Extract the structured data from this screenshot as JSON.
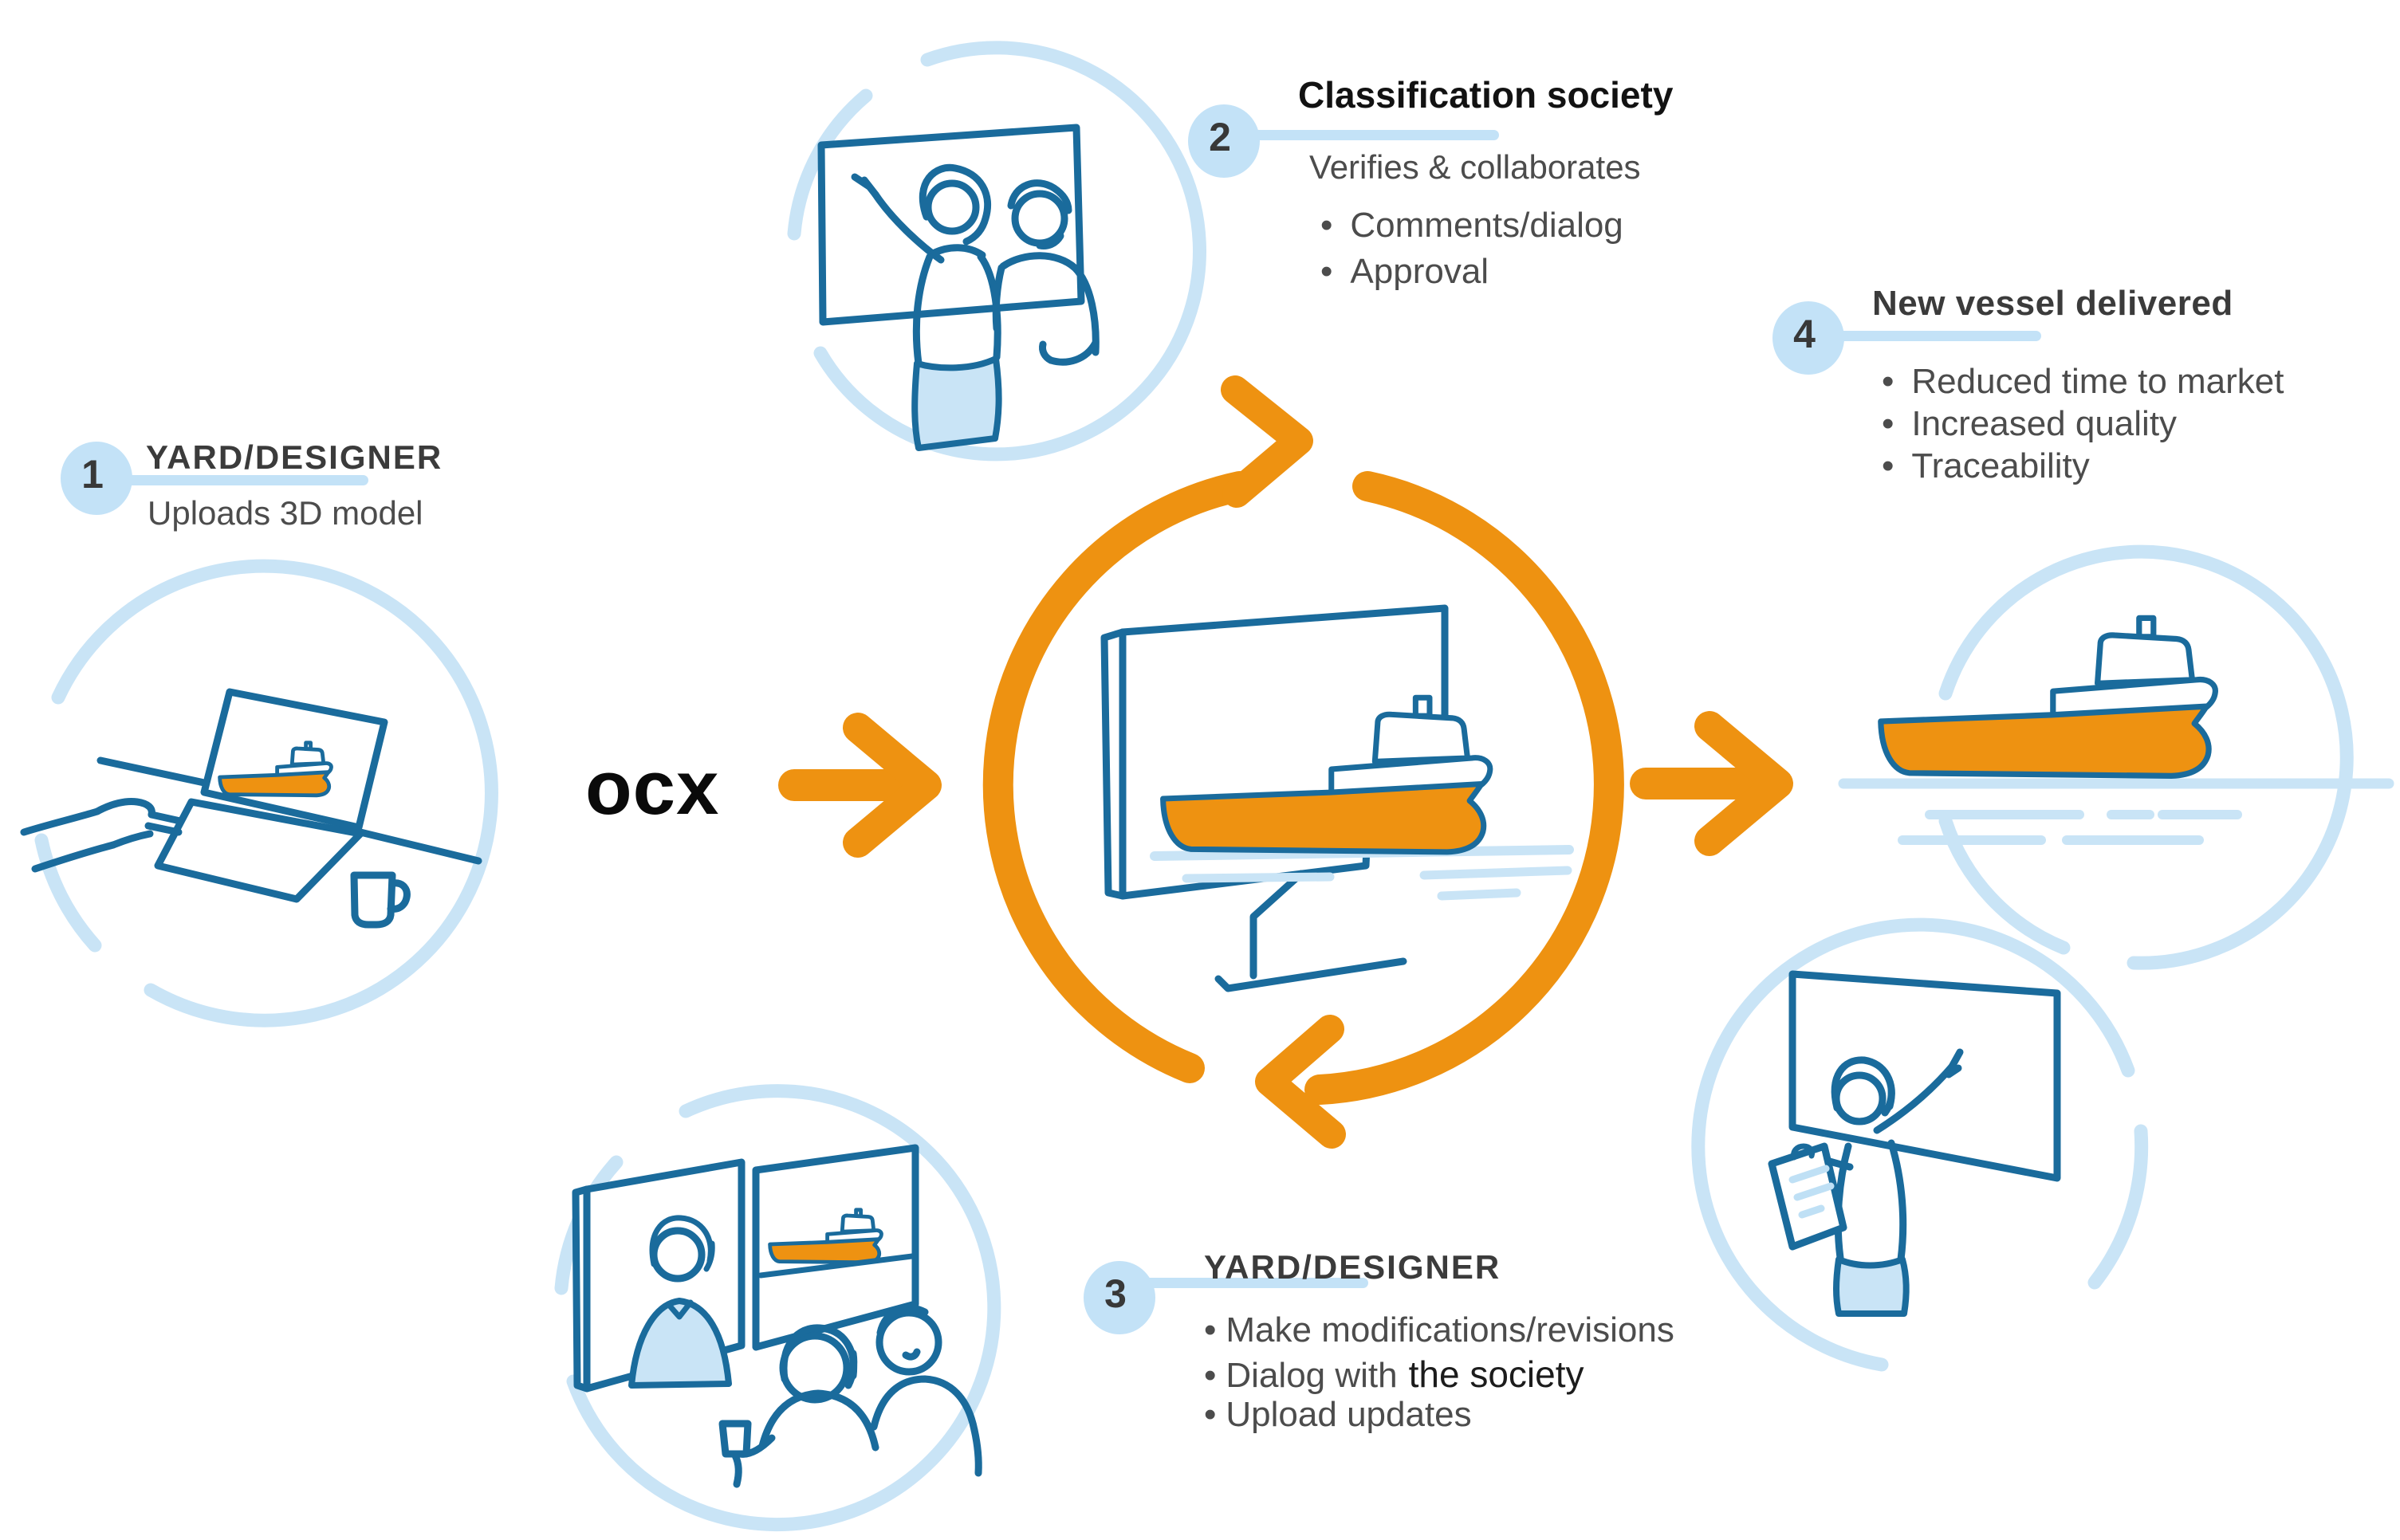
{
  "colors": {
    "orange": "#EE9211",
    "line_blue": "#1A6B9C",
    "light_blue": "#C9E4F6",
    "badge_blue": "#C3E2F7",
    "heading_black": "#121212",
    "heading_gray": "#3B3B3B",
    "body_gray": "#4C4C4C",
    "center_label_color": "#0A0A0A"
  },
  "glyphs": {
    "bullet": "•"
  },
  "center_label": "ocx",
  "steps": {
    "step1": {
      "number": "1",
      "title": "YARD/DESIGNER",
      "subtitle": "Uploads 3D model"
    },
    "step2": {
      "number": "2",
      "title": "Classification society",
      "subtitle": "Verifies & collaborates",
      "bullet1": "Comments/dialog",
      "bullet2": "Approval"
    },
    "step3": {
      "number": "3",
      "title": "YARD/DESIGNER",
      "bullet1": "Make modifications/revisions",
      "bullet2_prefix": "Dialog with",
      "bullet2_suffix": "the society",
      "bullet3": "Upload updates"
    },
    "step4": {
      "number": "4",
      "title": "New vessel delivered",
      "bullet1": "Reduced time to market",
      "bullet2": "Increased quality",
      "bullet3": "Traceability"
    }
  },
  "icons": {
    "center": "monitor-with-ship-cycle-icon",
    "step1": "hand-laptop-upload-icon",
    "step2": "two-people-whiteboard-icon",
    "step3": "video-conference-icon",
    "step4": "delivered-vessel-icon",
    "flow_in": "arrow-right-icon",
    "flow_out": "arrow-right-icon",
    "cycle": "circular-arrows-icon"
  }
}
